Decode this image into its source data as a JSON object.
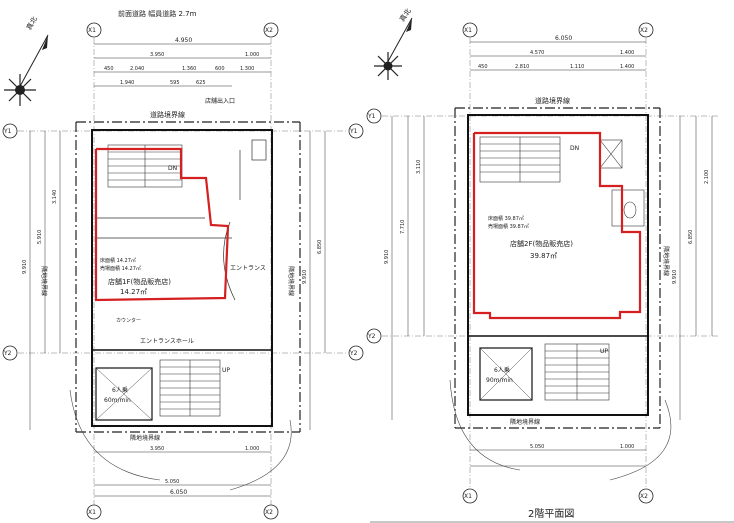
{
  "header": {
    "road_label": "前面道路 幅員道路 2.7m"
  },
  "compass": {
    "north_label": "真北"
  },
  "grid_labels": {
    "x1": "X1",
    "x2": "X2",
    "y1": "Y1",
    "y2": "Y2"
  },
  "floor1": {
    "top_dim": "4.950",
    "top_sub": [
      "3.950",
      "1.000"
    ],
    "road_boundary": "道路境界線",
    "entrance_label": "店舗出入口",
    "shop_label": "店舗1F(物品販売店)",
    "shop_area": "14.27㎡",
    "entrance_hall": "エントランスホール",
    "elevator_label": "6人乗",
    "elevator_speed": "60m/min",
    "neighbor_boundary": "隣地境界線",
    "bottom_dims": [
      "3.950",
      "1.000"
    ],
    "total_width": "6.050",
    "up_label": "UP",
    "dn_label": "DN"
  },
  "floor2": {
    "top_dim": "6.050",
    "top_sub": [
      "4.570",
      "1.400"
    ],
    "road_boundary": "道路境界線",
    "shop_label": "店舗2F(物品販売店)",
    "shop_area": "39.87㎡",
    "elevator_label": "6人乗",
    "elevator_speed": "90m/min",
    "neighbor_boundary": "隣地境界線",
    "bottom_dims": [
      "5.050",
      "1.000"
    ],
    "up_label": "UP",
    "dn_label": "DN",
    "plan_title": "2階平面図"
  }
}
